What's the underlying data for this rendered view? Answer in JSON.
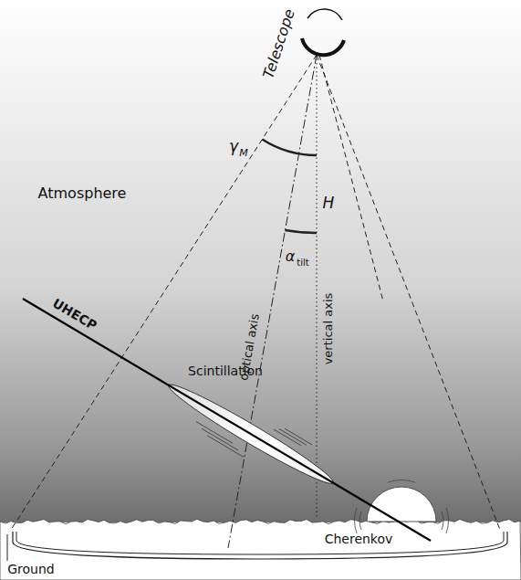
{
  "diagram": {
    "labels": [
      "Telescope",
      "γ",
      "M",
      "H",
      "Atmosphere",
      "α",
      "tilt",
      "optical axis",
      "vertical axis",
      "UHECP",
      "Scintillation",
      "Cherenkov",
      "Ground"
    ]
  }
}
